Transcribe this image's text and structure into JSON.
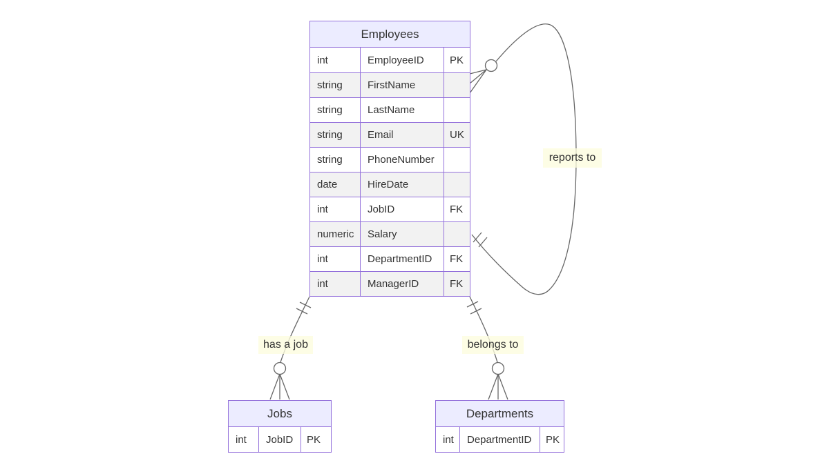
{
  "diagram_type": "entity-relationship-diagram",
  "colors": {
    "background": "#ffffff",
    "entity_border": "#9370DB",
    "entity_header_fill": "#ECECFF",
    "row_fill": "#ffffff",
    "row_stripe_fill": "#f2f2f2",
    "edge_color": "#666666",
    "edge_label_bg": "#fdfdde",
    "text_color": "#333333"
  },
  "entities": [
    {
      "name": "Employees",
      "attributes": [
        {
          "type": "int",
          "name": "EmployeeID",
          "key": "PK"
        },
        {
          "type": "string",
          "name": "FirstName",
          "key": ""
        },
        {
          "type": "string",
          "name": "LastName",
          "key": ""
        },
        {
          "type": "string",
          "name": "Email",
          "key": "UK"
        },
        {
          "type": "string",
          "name": "PhoneNumber",
          "key": ""
        },
        {
          "type": "date",
          "name": "HireDate",
          "key": ""
        },
        {
          "type": "int",
          "name": "JobID",
          "key": "FK"
        },
        {
          "type": "numeric",
          "name": "Salary",
          "key": ""
        },
        {
          "type": "int",
          "name": "DepartmentID",
          "key": "FK"
        },
        {
          "type": "int",
          "name": "ManagerID",
          "key": "FK"
        }
      ]
    },
    {
      "name": "Jobs",
      "attributes": [
        {
          "type": "int",
          "name": "JobID",
          "key": "PK"
        }
      ]
    },
    {
      "name": "Departments",
      "attributes": [
        {
          "type": "int",
          "name": "DepartmentID",
          "key": "PK"
        }
      ]
    }
  ],
  "relationships": [
    {
      "label": "reports to",
      "ends": [
        {
          "entity": "Employees",
          "cardinality": "exactly-one"
        },
        {
          "entity": "Employees",
          "cardinality": "zero-or-many"
        }
      ]
    },
    {
      "label": "has a job",
      "ends": [
        {
          "entity": "Employees",
          "cardinality": "exactly-one"
        },
        {
          "entity": "Jobs",
          "cardinality": "zero-or-many"
        }
      ]
    },
    {
      "label": "belongs to",
      "ends": [
        {
          "entity": "Employees",
          "cardinality": "exactly-one"
        },
        {
          "entity": "Departments",
          "cardinality": "zero-or-many"
        }
      ]
    }
  ]
}
